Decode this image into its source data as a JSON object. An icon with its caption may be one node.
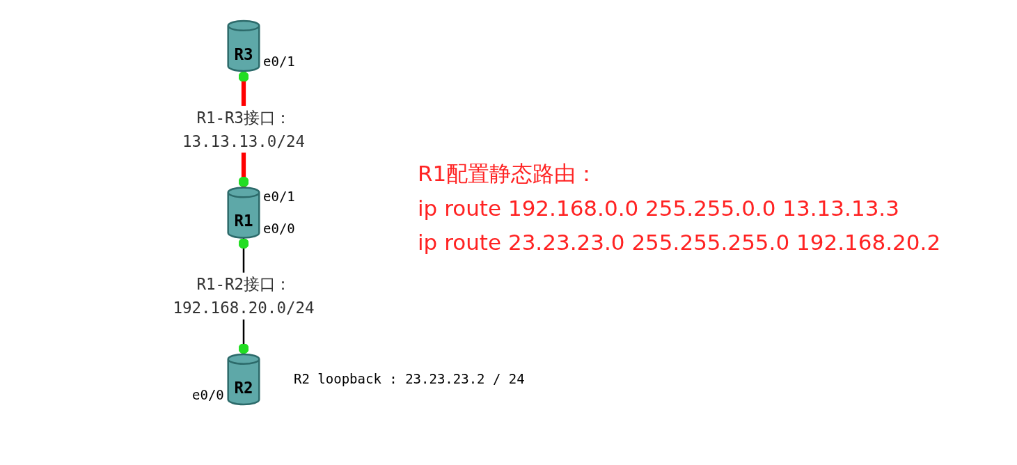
{
  "diagram": {
    "nodes": [
      {
        "text": [
          "R3"
        ],
        "beside": [
          "e0/1"
        ]
      },
      {
        "text": [
          "R1"
        ],
        "beside": [
          "e0/1",
          "e0/0"
        ]
      },
      {
        "text": [
          "R2"
        ],
        "beside": [
          "e0/0",
          "R2 loopback : 23.23.23.2 / 24"
        ]
      }
    ],
    "edges": [
      {
        "from": 0,
        "to": 1,
        "arrow": "other",
        "label": "R1-R3接口：13.13.13.0/24",
        "style": "thick",
        "color": "#ff0000"
      },
      {
        "from": 1,
        "to": 2,
        "arrow": "other",
        "label": "R1-R2接口：192.168.20.0/24",
        "color": "#000000"
      }
    ],
    "labels": [
      "R1配置静态路由：",
      "ip route 192.168.0.0 255.255.0.0 13.13.13.3",
      "ip route 23.23.23.0 255.255.255.0 192.168.20.2"
    ]
  }
}
